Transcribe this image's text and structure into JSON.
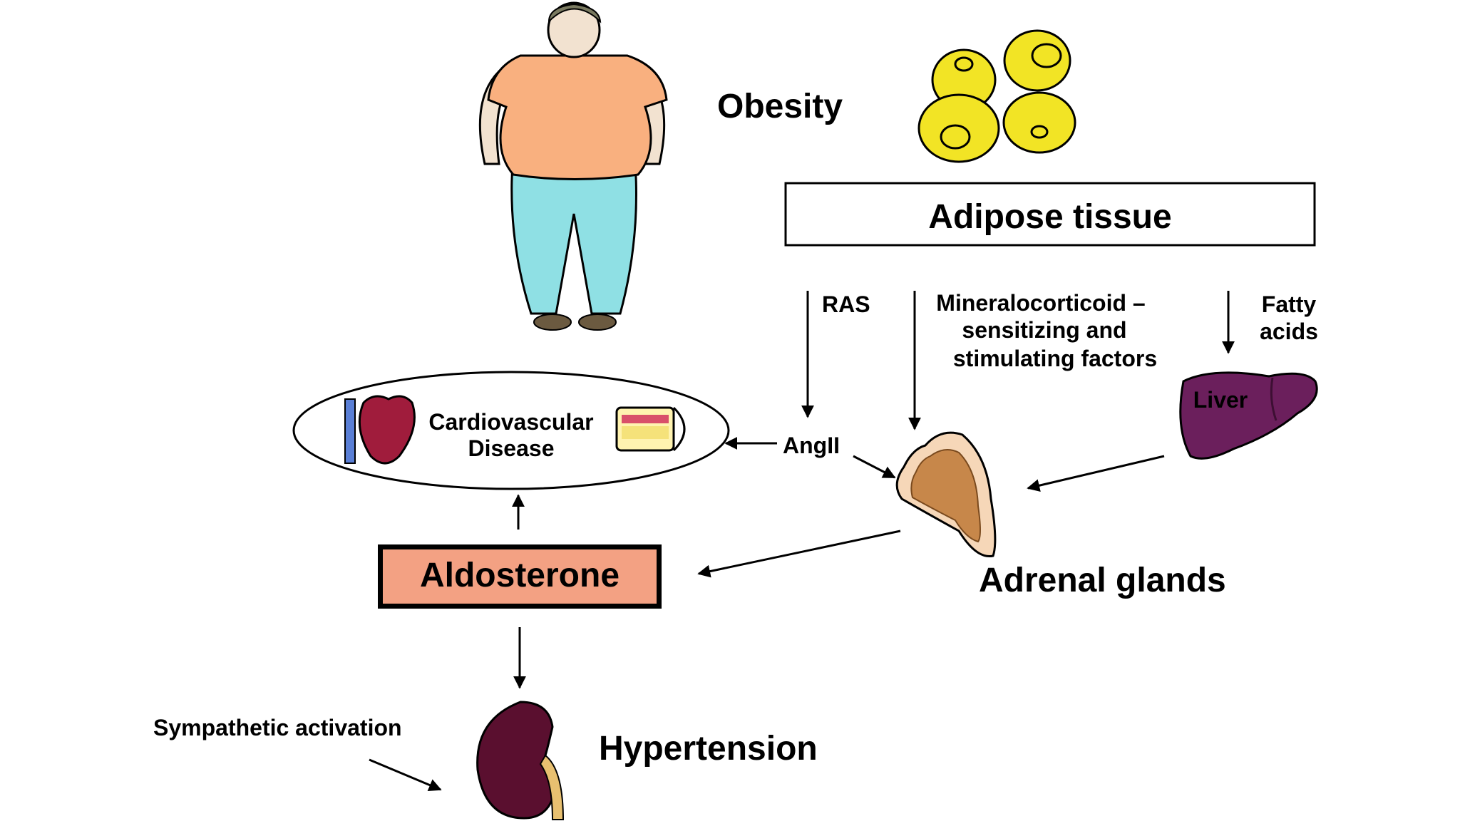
{
  "labels": {
    "obesity": "Obesity",
    "adipose_tissue": "Adipose tissue",
    "ras": "RAS",
    "mineralocorticoid_line1": "Mineralocorticoid –",
    "mineralocorticoid_line2": "sensitizing and",
    "mineralocorticoid_line3": "stimulating factors",
    "fatty_line1": "Fatty",
    "fatty_line2": "acids",
    "liver": "Liver",
    "cvd_line1": "Cardiovascular",
    "cvd_line2": "Disease",
    "angii": "AngII",
    "adrenal_glands": "Adrenal glands",
    "aldosterone": "Aldosterone",
    "sympathetic_activation": "Sympathetic activation",
    "hypertension": "Hypertension"
  },
  "colors": {
    "shirt": "#f9b07f",
    "pants": "#8fe0e4",
    "fat_cell": "#f2e425",
    "aldosterone_fill": "#f3a183",
    "liver": "#6b1f5c",
    "kidney": "#5a0f2f",
    "adrenal": "#e8b07a"
  }
}
